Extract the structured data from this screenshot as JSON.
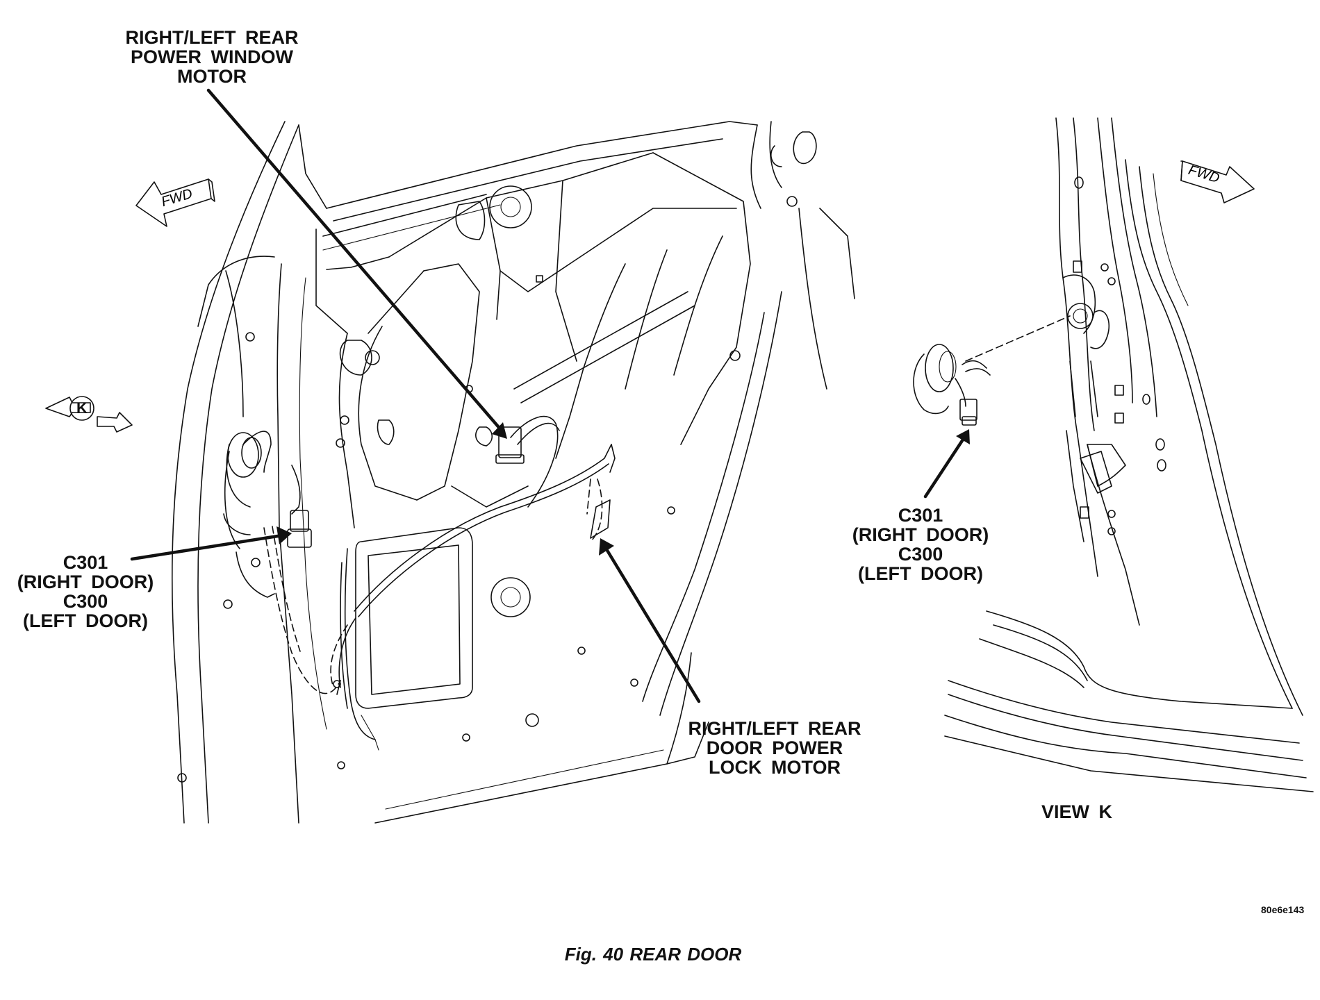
{
  "labels": {
    "window_motor": [
      "RIGHT/LEFT  REAR",
      "POWER  WINDOW",
      "MOTOR"
    ],
    "connector_left": [
      "C301",
      "(RIGHT  DOOR)",
      "C300",
      "(LEFT  DOOR)"
    ],
    "connector_right": [
      "C301",
      "(RIGHT  DOOR)",
      "C300",
      "(LEFT  DOOR)"
    ],
    "lock_motor": [
      "RIGHT/LEFT  REAR",
      "DOOR  POWER",
      "LOCK  MOTOR"
    ],
    "view_k": "VIEW  K",
    "k_marker": "K",
    "fwd_left": "FWD",
    "fwd_right": "FWD"
  },
  "figure_id": "80e6e143",
  "caption": "Fig. 40 REAR DOOR"
}
